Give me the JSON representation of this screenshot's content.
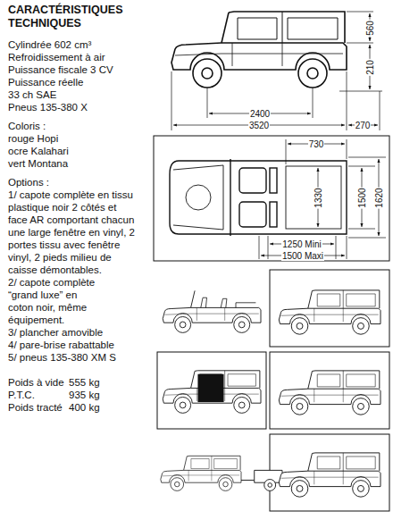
{
  "diagram": {
    "title": "CARACTÉRISTIQUES TECHNIQUES",
    "labels": [
      "Cylindrée 602 cm³",
      "Refroidissement à air",
      "Puissance fiscale 3 CV",
      "Puissance réelle 33 ch SAE",
      "Pneus 135-380 X",
      "Coloris :",
      "rouge Hopi",
      "ocre Kalahari",
      "vert Montana",
      "Options :",
      "1/ capote complète en tissu plastique noir 2 côtés et face AR comportant chacun une large fenêtre en vinyl, 2 portes tissu avec fenêtre vinyl, 2 pieds milieu de caisse démontables.",
      "2/ capote complète “grand luxe” en coton noir, même équipement.",
      "3/ plancher amovible",
      "4/ pare-brise rabattable",
      "5/ pneus 135-380 XM S",
      "Poids à vide",
      "555 kg",
      "P.T.C.",
      "935 kg",
      "Poids tracté",
      "400 kg",
      "560",
      "210",
      "2400",
      "3520",
      "270",
      "730",
      "1330",
      "1500",
      "1620",
      "1250 Mini",
      "1500 Maxi"
    ]
  }
}
